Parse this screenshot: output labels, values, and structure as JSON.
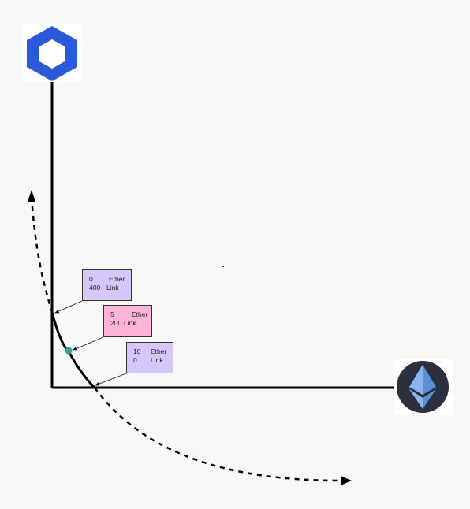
{
  "colors": {
    "background": "#f8f8f8",
    "link_logo": "#2a5ada",
    "eth_circle": "#2b2f3e",
    "point": "#2fa39a",
    "box_neutral": "#d4c8fb",
    "box_highlight": "#ffb3d6"
  },
  "icons": {
    "y_axis": "chainlink-logo-icon",
    "x_axis": "ethereum-logo-icon"
  },
  "labels": [
    {
      "ether": "0",
      "ether_unit": "Ether",
      "link": "400",
      "link_unit": "Link",
      "highlight": false
    },
    {
      "ether": "5",
      "ether_unit": "Ether",
      "link": "200",
      "link_unit": "Link",
      "highlight": true
    },
    {
      "ether": "10",
      "ether_unit": "Ether",
      "link": "0",
      "link_unit": "Link",
      "highlight": false
    }
  ]
}
